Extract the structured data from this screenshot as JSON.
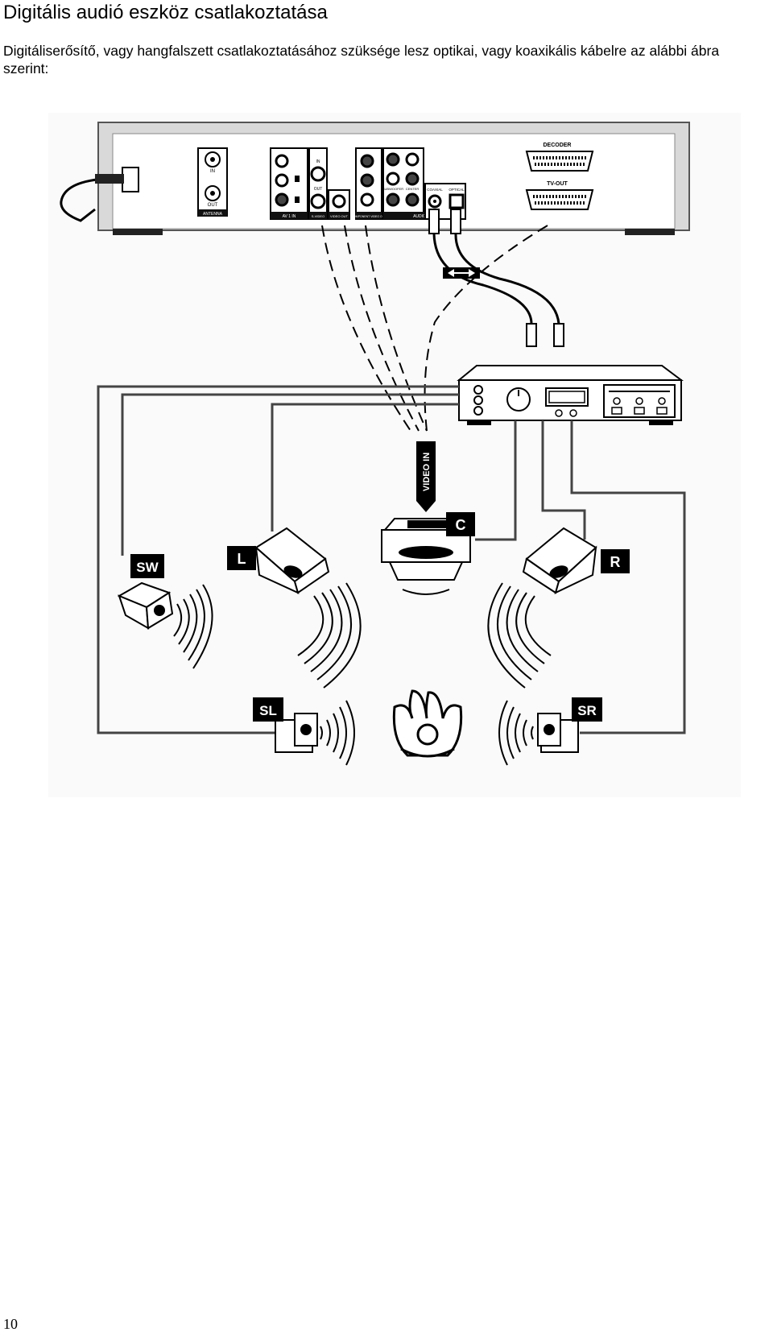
{
  "heading": "Digitális audió eszköz csatlakoztatása",
  "intro": "Digitáliserősítő, vagy hangfalszett csatlakoztatásához szüksége lesz optikai, vagy koaxikális kábelre az alábbi ábra szerint:",
  "page_number": "10",
  "diagram": {
    "panel_labels": {
      "antenna_in": "IN",
      "antenna_out": "OUT",
      "antenna": "ANTENNA",
      "av_in": "AV 1 IN",
      "svideo_in": "IN",
      "svideo_out": "OUT",
      "svideo": "S-VIDEO",
      "video_out": "VIDEO OUT",
      "component": "COMPONENT VIDEO OUT",
      "audio": "AUDIO",
      "coaxial": "COAXIAL",
      "optical": "OPTICAL",
      "decoder": "DECODER",
      "tv_out": "TV-OUT",
      "subwoofer": "SUBWOOFER",
      "center": "CENTER"
    },
    "video_in": "VIDEO IN",
    "speakers": {
      "center": "C",
      "left": "L",
      "right": "R",
      "subwoofer": "SW",
      "surround_left": "SL",
      "surround_right": "SR"
    }
  }
}
